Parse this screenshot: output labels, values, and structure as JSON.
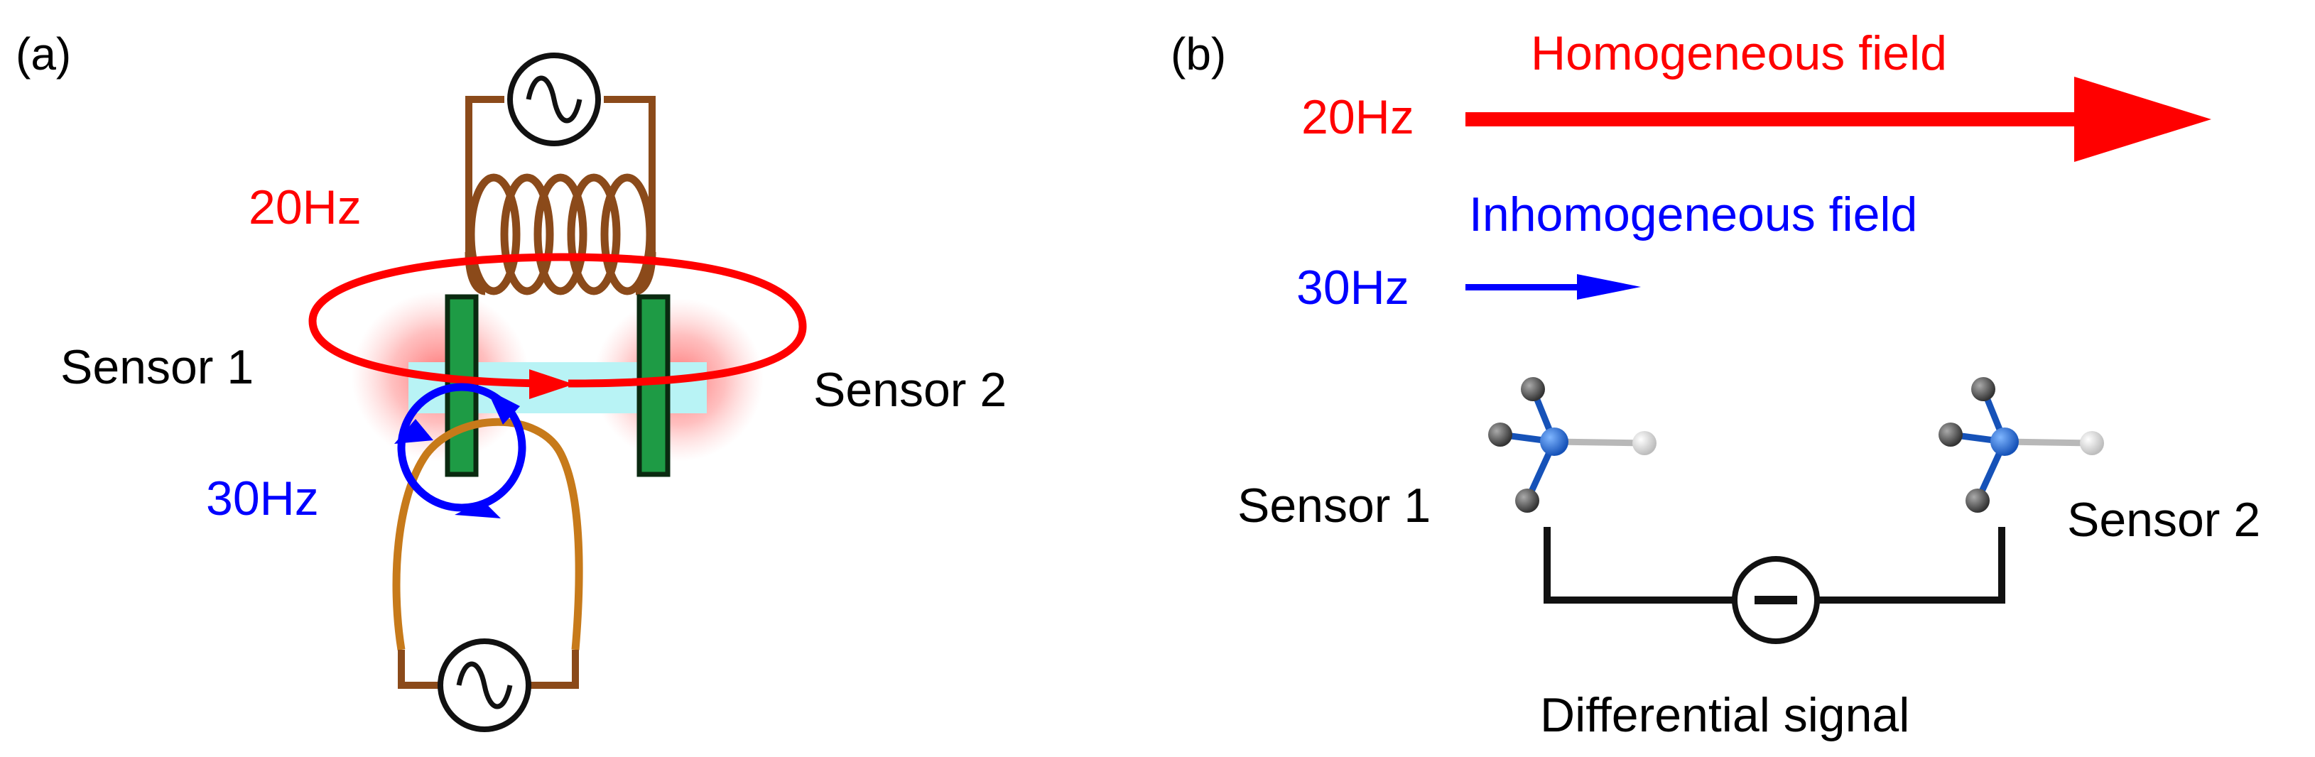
{
  "panel_a": {
    "label": "(a)",
    "freq_outer": "20Hz",
    "freq_inner": "30Hz",
    "sensor1": "Sensor 1",
    "sensor2": "Sensor 2"
  },
  "panel_b": {
    "label": "(b)",
    "homogeneous": {
      "freq": "20Hz",
      "title": "Homogeneous field"
    },
    "inhomogeneous": {
      "freq": "30Hz",
      "title": "Inhomogeneous field"
    },
    "sensor1": "Sensor 1",
    "sensor2": "Sensor 2",
    "differential": "Differential signal"
  },
  "colors": {
    "red": "#ff0000",
    "blue": "#0000ff",
    "sensor_green": "#1e9b45",
    "coil_brown": "#8b4a1a",
    "wire_orange": "#c77a1a",
    "cell_cyan": "#b8f3f5",
    "atom_grey": "#555555",
    "atom_blue": "#2a6fd6"
  }
}
